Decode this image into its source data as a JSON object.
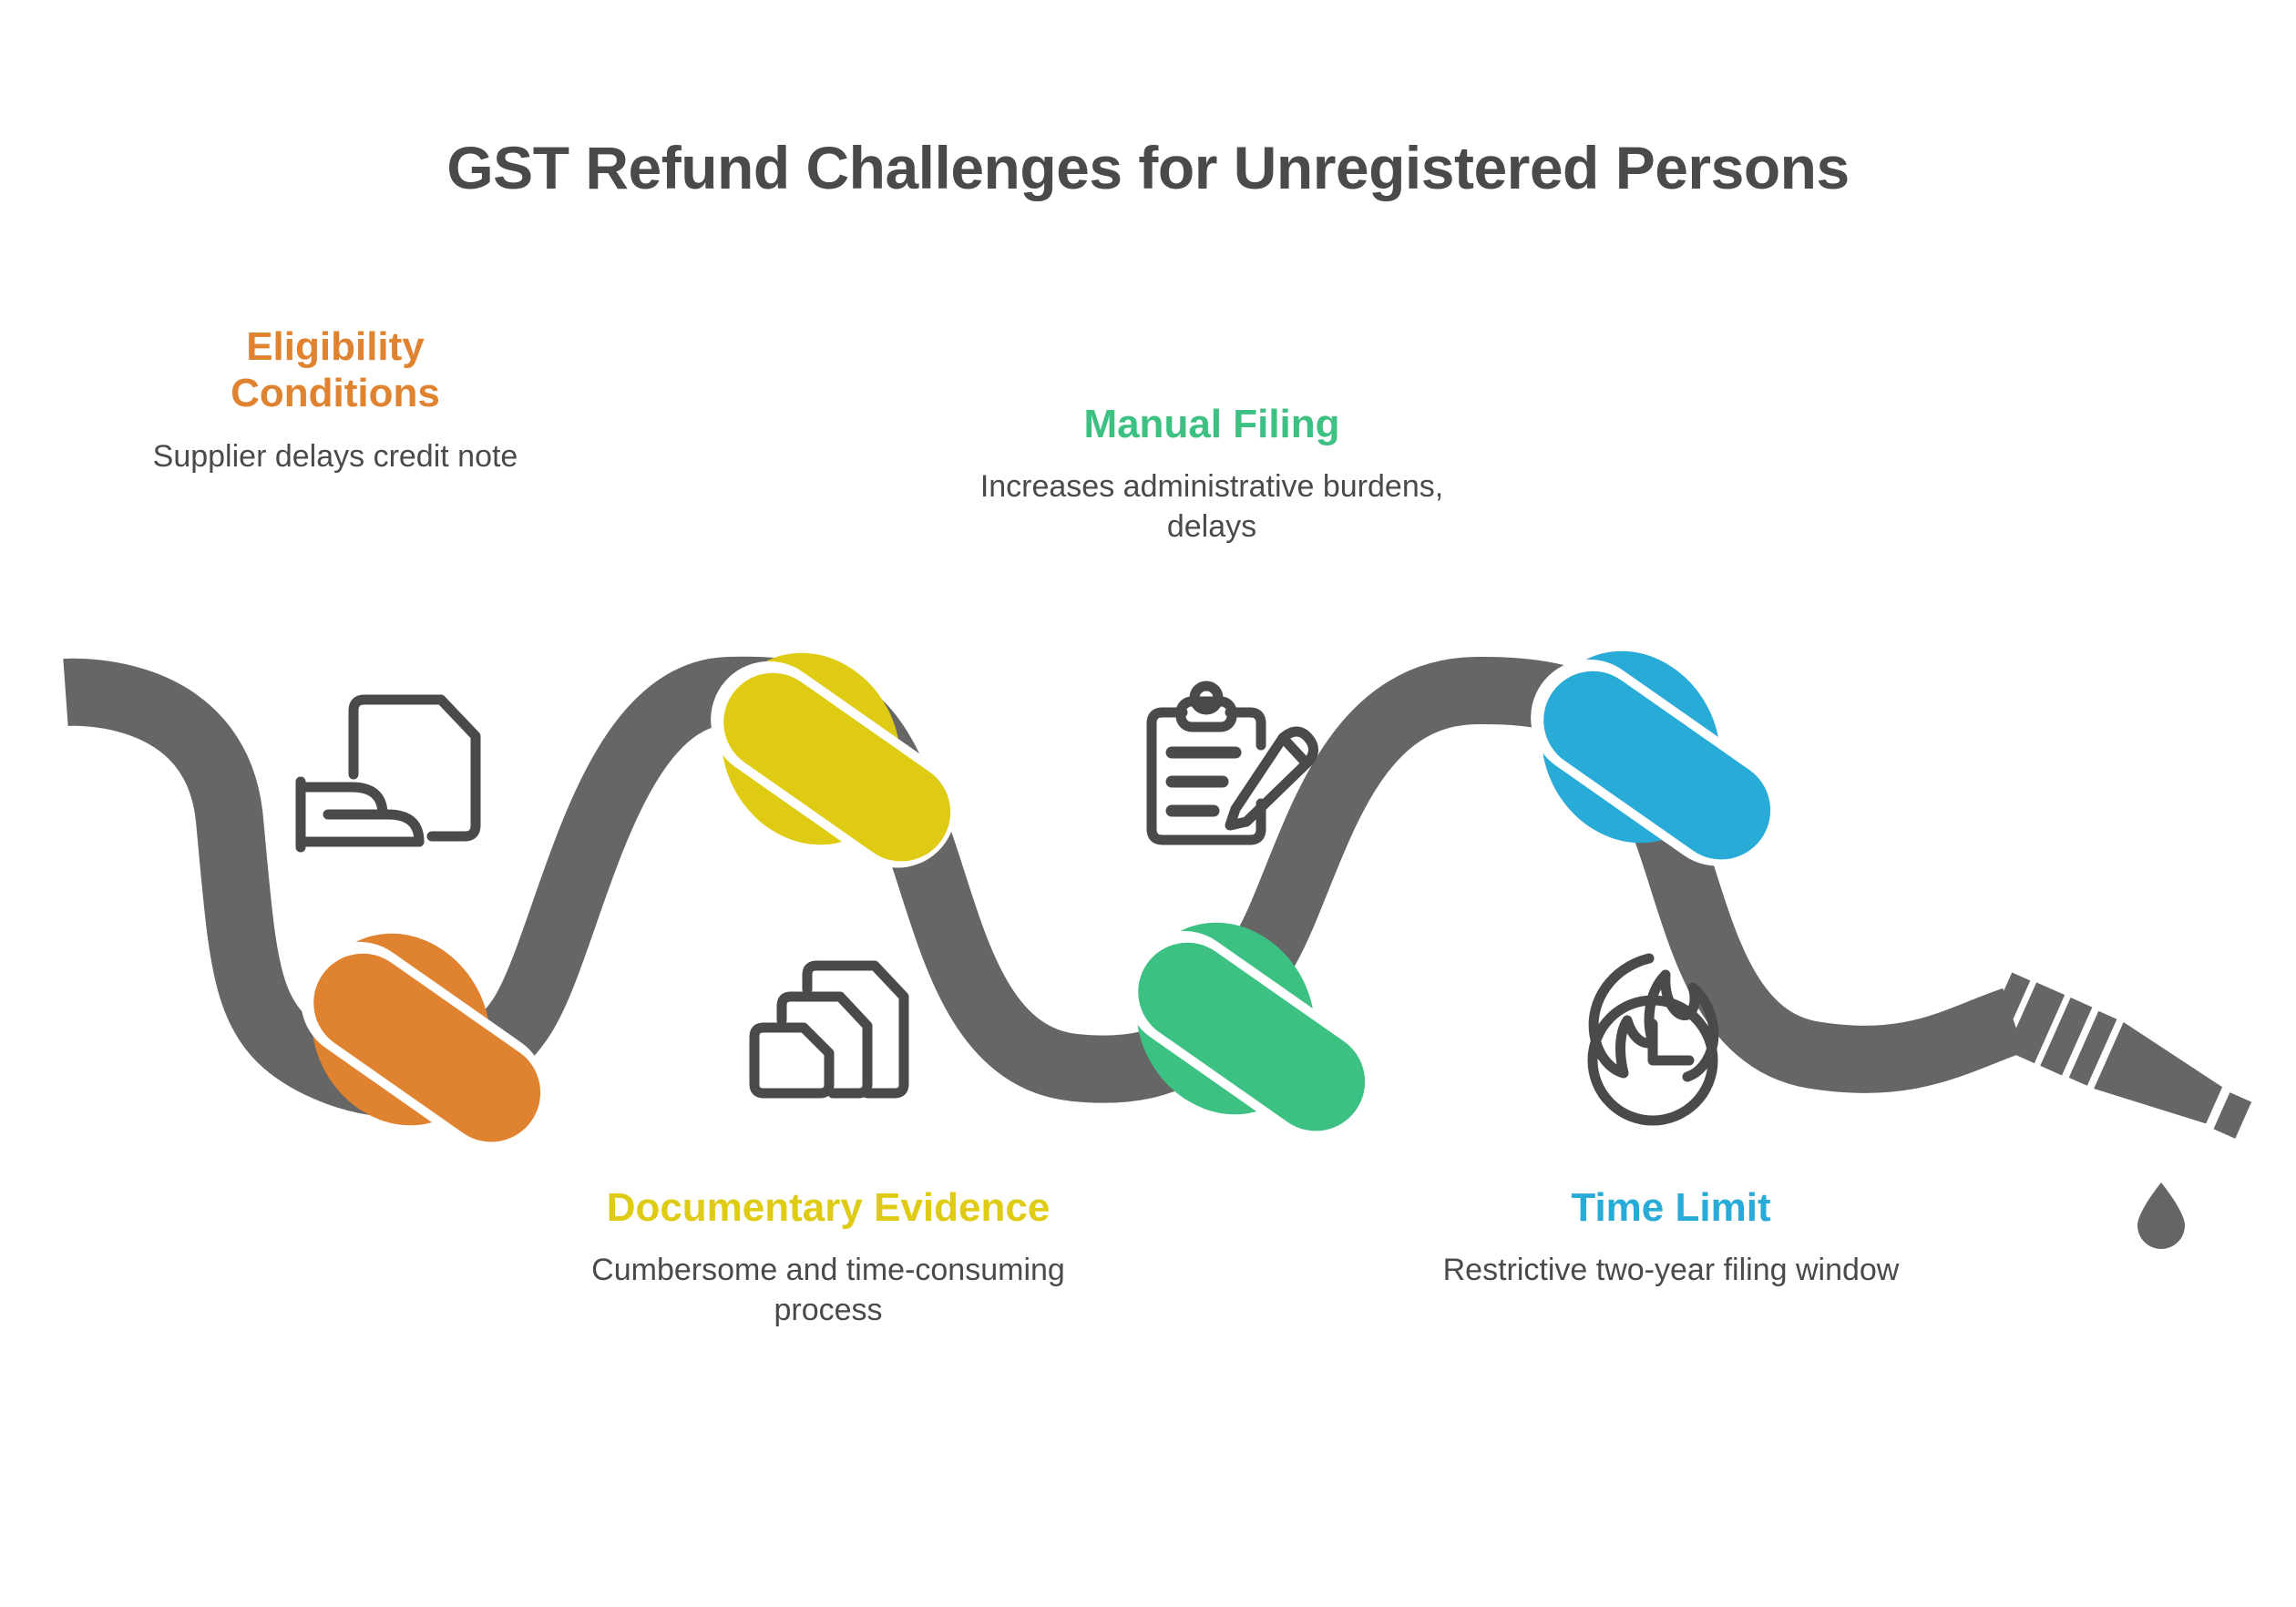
{
  "title": "GST Refund Challenges for Unregistered Persons",
  "colors": {
    "hose": "#666666",
    "title_text": "#4a4a4a",
    "body_text": "#4a4a4a",
    "orange": "#e08330",
    "yellow": "#dfcb13",
    "green": "#3dc183",
    "blue": "#29abd8",
    "icon_stroke": "#4a4a4a",
    "background": "#ffffff"
  },
  "stages": [
    {
      "id": "eligibility",
      "title": "Eligibility Conditions",
      "description": "Supplier delays credit note",
      "color": "#e08330",
      "color_name": "orange",
      "icon": "document-hand-icon",
      "knot_position": "lower"
    },
    {
      "id": "documentary",
      "title": "Documentary Evidence",
      "description": "Cumbersome and time-consuming process",
      "color": "#dfcb13",
      "color_name": "yellow",
      "icon": "stacked-documents-icon",
      "knot_position": "upper"
    },
    {
      "id": "manual",
      "title": "Manual Filing",
      "description": "Increases administrative burdens, delays",
      "color": "#3dc183",
      "color_name": "green",
      "icon": "clipboard-pencil-icon",
      "knot_position": "lower"
    },
    {
      "id": "timelimit",
      "title": "Time Limit",
      "description": "Restrictive two-year filing window",
      "color": "#29abd8",
      "color_name": "blue",
      "icon": "burning-clock-icon",
      "knot_position": "upper"
    }
  ],
  "graphic": {
    "name": "kinked-garden-hose",
    "hose_color": "#666666",
    "nozzle": "hose-nozzle",
    "droplet": "water-droplet"
  }
}
